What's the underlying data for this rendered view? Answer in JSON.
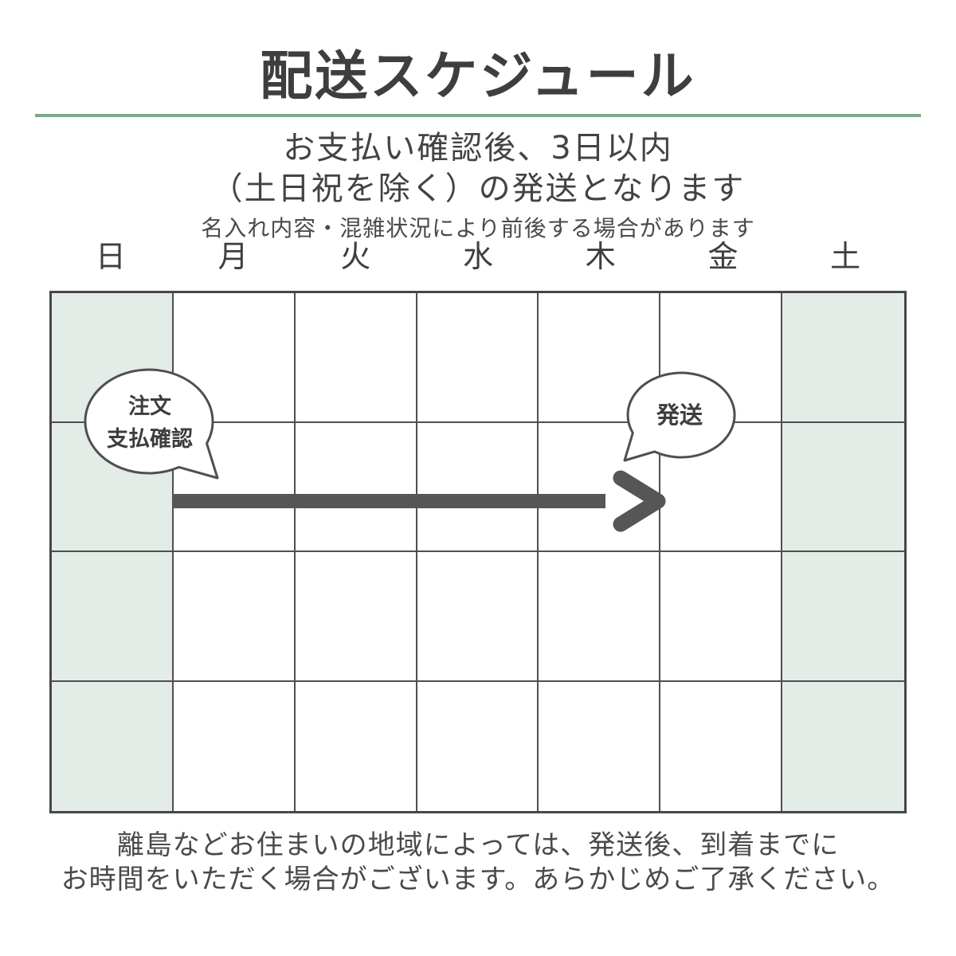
{
  "header": {
    "title": "配送スケジュール",
    "subtitle_line1": "お支払い確認後、3日以内",
    "subtitle_line2": "（土日祝を除く）の発送となります",
    "note": "名入れ内容・混雑状況により前後する場合があります"
  },
  "calendar": {
    "weekdays": [
      "日",
      "月",
      "火",
      "水",
      "木",
      "金",
      "土"
    ],
    "rows": 4,
    "columns": 7,
    "highlighted_columns": [
      "日",
      "土"
    ]
  },
  "annotations": {
    "order_bubble": {
      "line1": "注文",
      "line2": "支払確認"
    },
    "ship_bubble": {
      "label": "発送"
    }
  },
  "footer": {
    "line1": "離島などお住まいの地域によっては、発送後、到着までに",
    "line2": "お時間をいただく場合がございます。あらかじめご了承ください。"
  },
  "colors": {
    "accent_green": "#7ea78c",
    "cell_green": "#e3ece6",
    "grid_gray": "#4f4f4f",
    "arrow_gray": "#565656",
    "text_dark": "#3e3e3e",
    "text_body": "#4a4a4a"
  }
}
